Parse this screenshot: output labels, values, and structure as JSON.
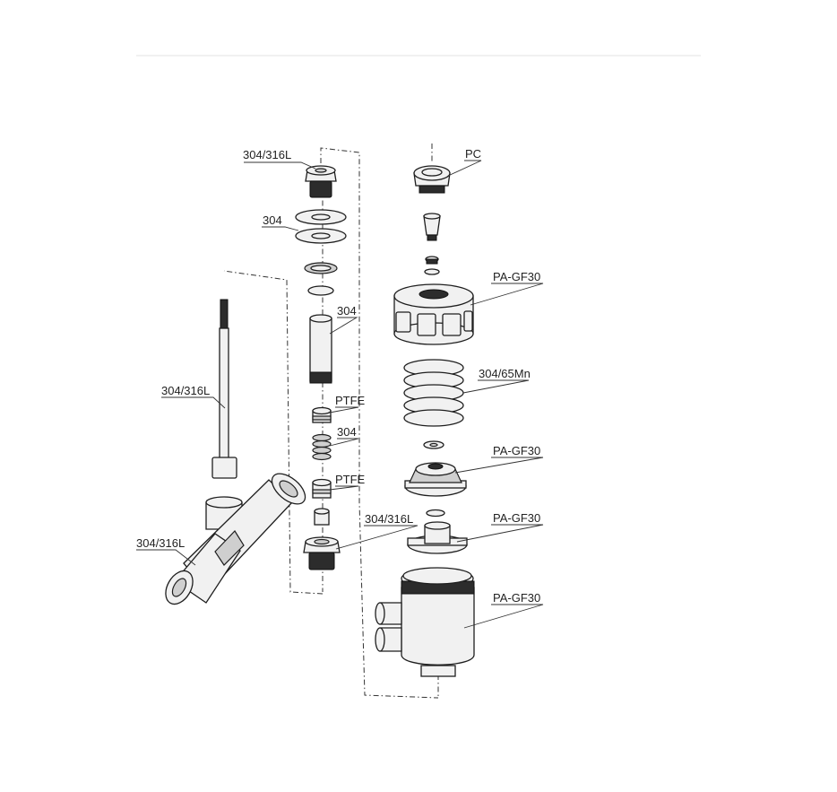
{
  "labels": {
    "top_nut": "304/316L",
    "washers": "304",
    "sleeve": "304",
    "ptfe_upper": "PTFE",
    "spring_small": "304",
    "ptfe_lower": "PTFE",
    "bottom_nut": "304/316L",
    "stem": "304/316L",
    "body": "304/316L",
    "indicator_cap": "PC",
    "actuator_cap": "PA-GF30",
    "main_spring": "304/65Mn",
    "piston": "PA-GF30",
    "piston_seat": "PA-GF30",
    "housing": "PA-GF30"
  }
}
